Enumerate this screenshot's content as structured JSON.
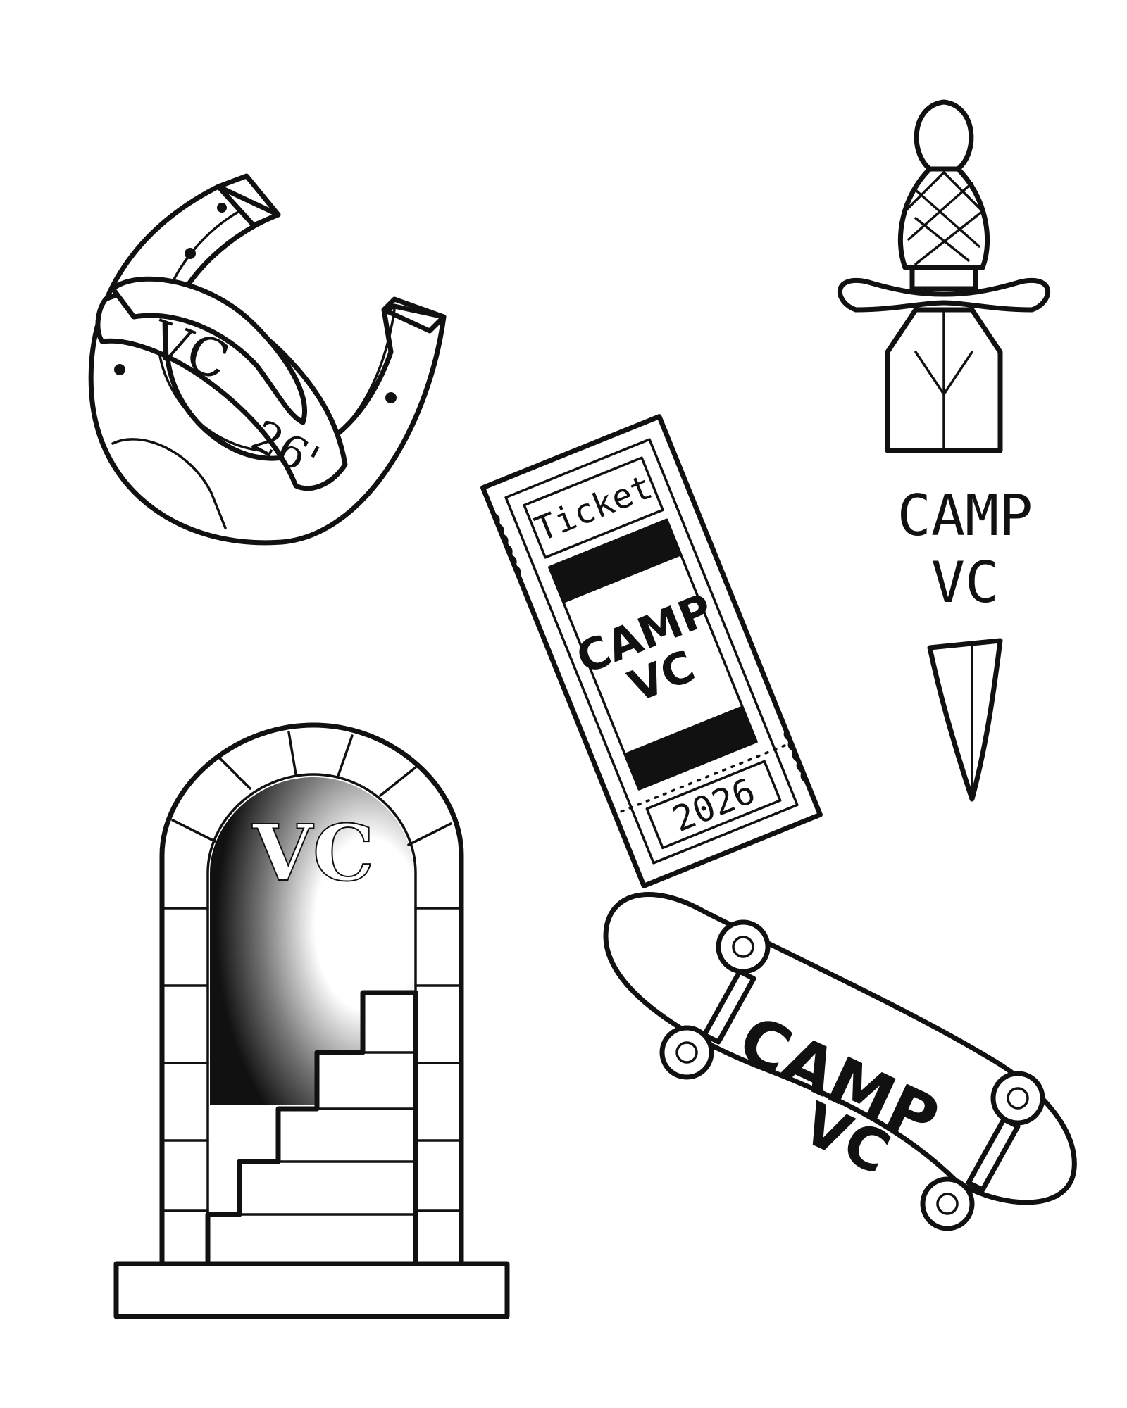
{
  "ink_color": "#111111",
  "paper_color": "#ffffff",
  "icons": {
    "horseshoe": "horseshoe-icon",
    "ticket": "ticket-icon",
    "dagger": "dagger-icon",
    "archway": "archway-stairs-icon",
    "skateboard": "skateboard-icon"
  },
  "horseshoe": {
    "banner_text": "VC",
    "year_text": "26'"
  },
  "ticket": {
    "header": "Ticket",
    "title_line1": "CAMP",
    "title_line2": "VC",
    "year": "2026"
  },
  "dagger": {
    "line1": "CAMP",
    "line2": "VC"
  },
  "archway": {
    "text": "VC"
  },
  "skateboard": {
    "line1": "CAMP",
    "line2": "VC"
  }
}
